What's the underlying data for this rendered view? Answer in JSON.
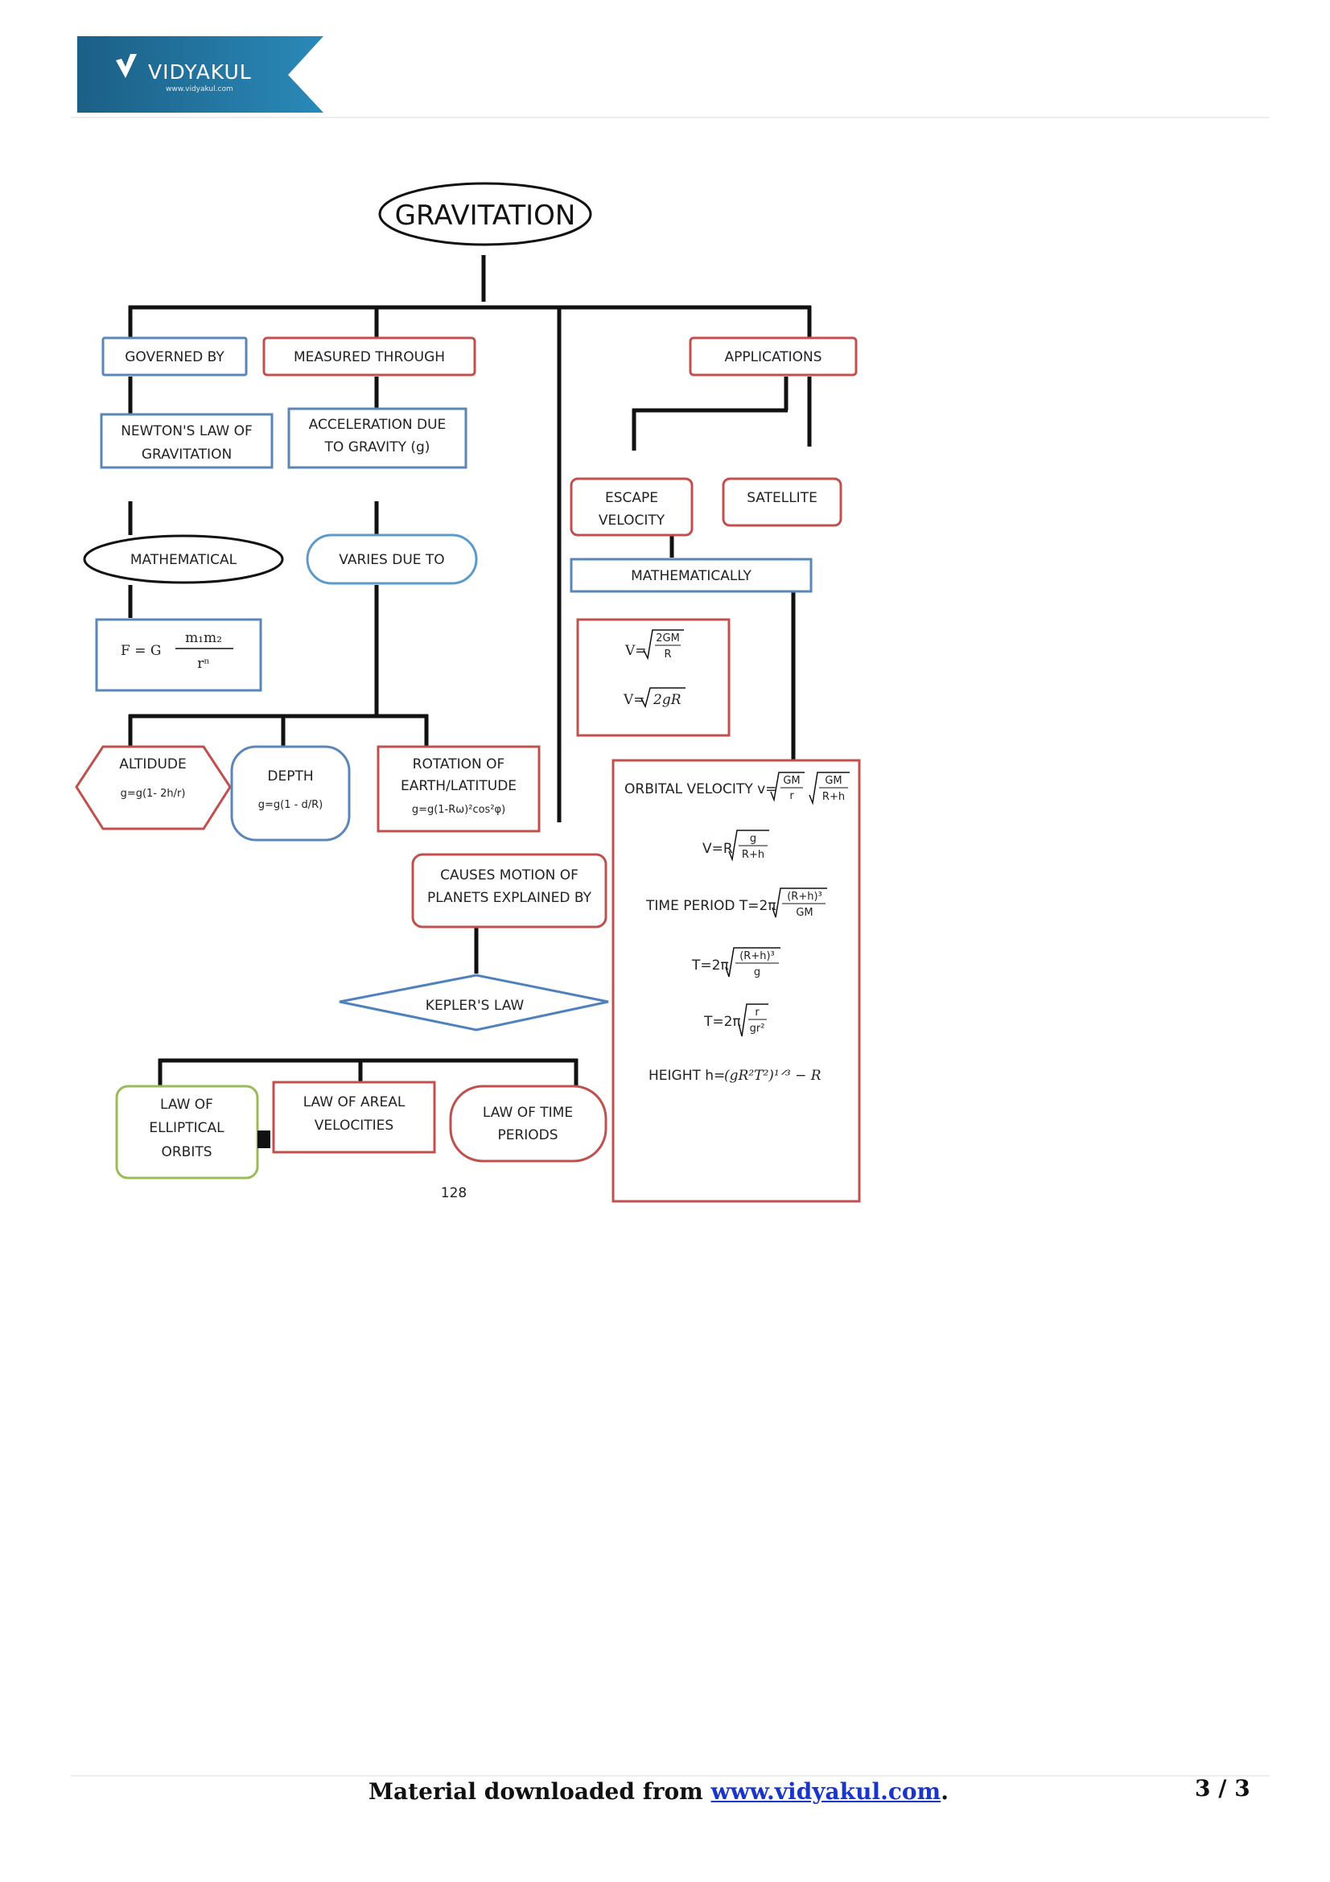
{
  "brand": {
    "name": "VIDYAKUL",
    "url": "www.vidyakul.com"
  },
  "root": "GRAVITATION",
  "branches": {
    "governed_by": "GOVERNED BY",
    "measured_through": "MEASURED THROUGH",
    "applications": "APPLICATIONS"
  },
  "newtons_law": [
    "NEWTON'S LAW OF",
    "GRAVITATION"
  ],
  "acceleration": [
    "ACCELERATION DUE",
    "TO GRAVITY (g)"
  ],
  "mathematical": "MATHEMATICAL",
  "varies_due_to": "VARIES DUE TO",
  "newton_formula": {
    "lhs": "F = G",
    "num": "m₁m₂",
    "den": "rⁿ"
  },
  "altitude": {
    "label": "ALTIDUDE",
    "formula": "g=g(1- 2h/r)"
  },
  "depth": {
    "label": "DEPTH",
    "formula": "g=g(1 - d/R)"
  },
  "rotation": {
    "lines": [
      "ROTATION OF",
      "EARTH/LATITUDE"
    ],
    "formula": "g=g(1-Rω)²cos²φ)"
  },
  "escape_velocity": [
    "ESCAPE",
    "VELOCITY"
  ],
  "satellite": "SATELLITE",
  "mathematically": "MATHEMATICALLY",
  "escape_formulas": {
    "f1_lhs": "V=",
    "f1_num": "2GM",
    "f1_den": "R",
    "f2_lhs": "V=",
    "f2_rad": "2gR"
  },
  "causes_motion": [
    "CAUSES MOTION OF",
    "PLANETS EXPLAINED BY"
  ],
  "keplers_law": "KEPLER'S LAW",
  "kepler_laws": {
    "elliptical": [
      "LAW OF",
      "ELLIPTICAL",
      "ORBITS"
    ],
    "areal": [
      "LAW OF AREAL",
      "VELOCITIES"
    ],
    "time": [
      "LAW OF TIME",
      "PERIODS"
    ]
  },
  "satellite_formulas": {
    "orbital_label": "ORBITAL VELOCITY v=",
    "orbital_r1_num": "GM",
    "orbital_r1_den": "r",
    "orbital_r2_num": "GM",
    "orbital_r2_den": "R+h",
    "v2_lhs": "V=R",
    "v2_num": "g",
    "v2_den": "R+h",
    "tp_label": "TIME PERIOD T=2π",
    "tp_num": "(R+h)³",
    "tp_den": "GM",
    "t2_lhs": "T=2π",
    "t2_num": "(R+h)³",
    "t2_den": "g",
    "t3_lhs": "T=2π",
    "t3_num": "r",
    "t3_den": "gr²",
    "height_label": "HEIGHT h=",
    "height_formula": "(gR²T²)¹ᐟ³ − R"
  },
  "diagram_page_number": "128",
  "footer": {
    "prefix": "Material downloaded from ",
    "link": "www.vidyakul.com",
    "suffix": "."
  },
  "page_number": "3 / 3"
}
